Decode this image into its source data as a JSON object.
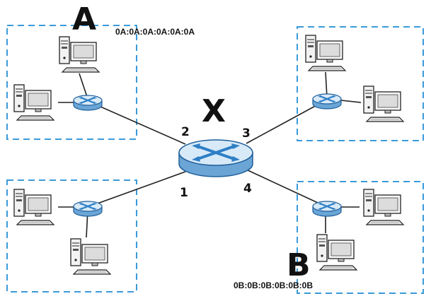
{
  "diagram": {
    "labels": {
      "a": "A",
      "b": "B",
      "x": "X",
      "mac_a": "0A:0A:0A:0A:0A:0A",
      "mac_b": "0B:0B:0B:0B:0B:0B"
    },
    "ports": {
      "p1": "1",
      "p2": "2",
      "p3": "3",
      "p4": "4"
    },
    "colors": {
      "lan_box": "#3a9ad9",
      "switch_top": "#cfe4f5",
      "switch_side": "#6aa5d6",
      "arrows": "#2f7fc6",
      "link": "#222222"
    },
    "icons": {
      "central": "core-switch-icon",
      "edge": "switch-icon",
      "host": "desktop-computer-icon"
    }
  }
}
